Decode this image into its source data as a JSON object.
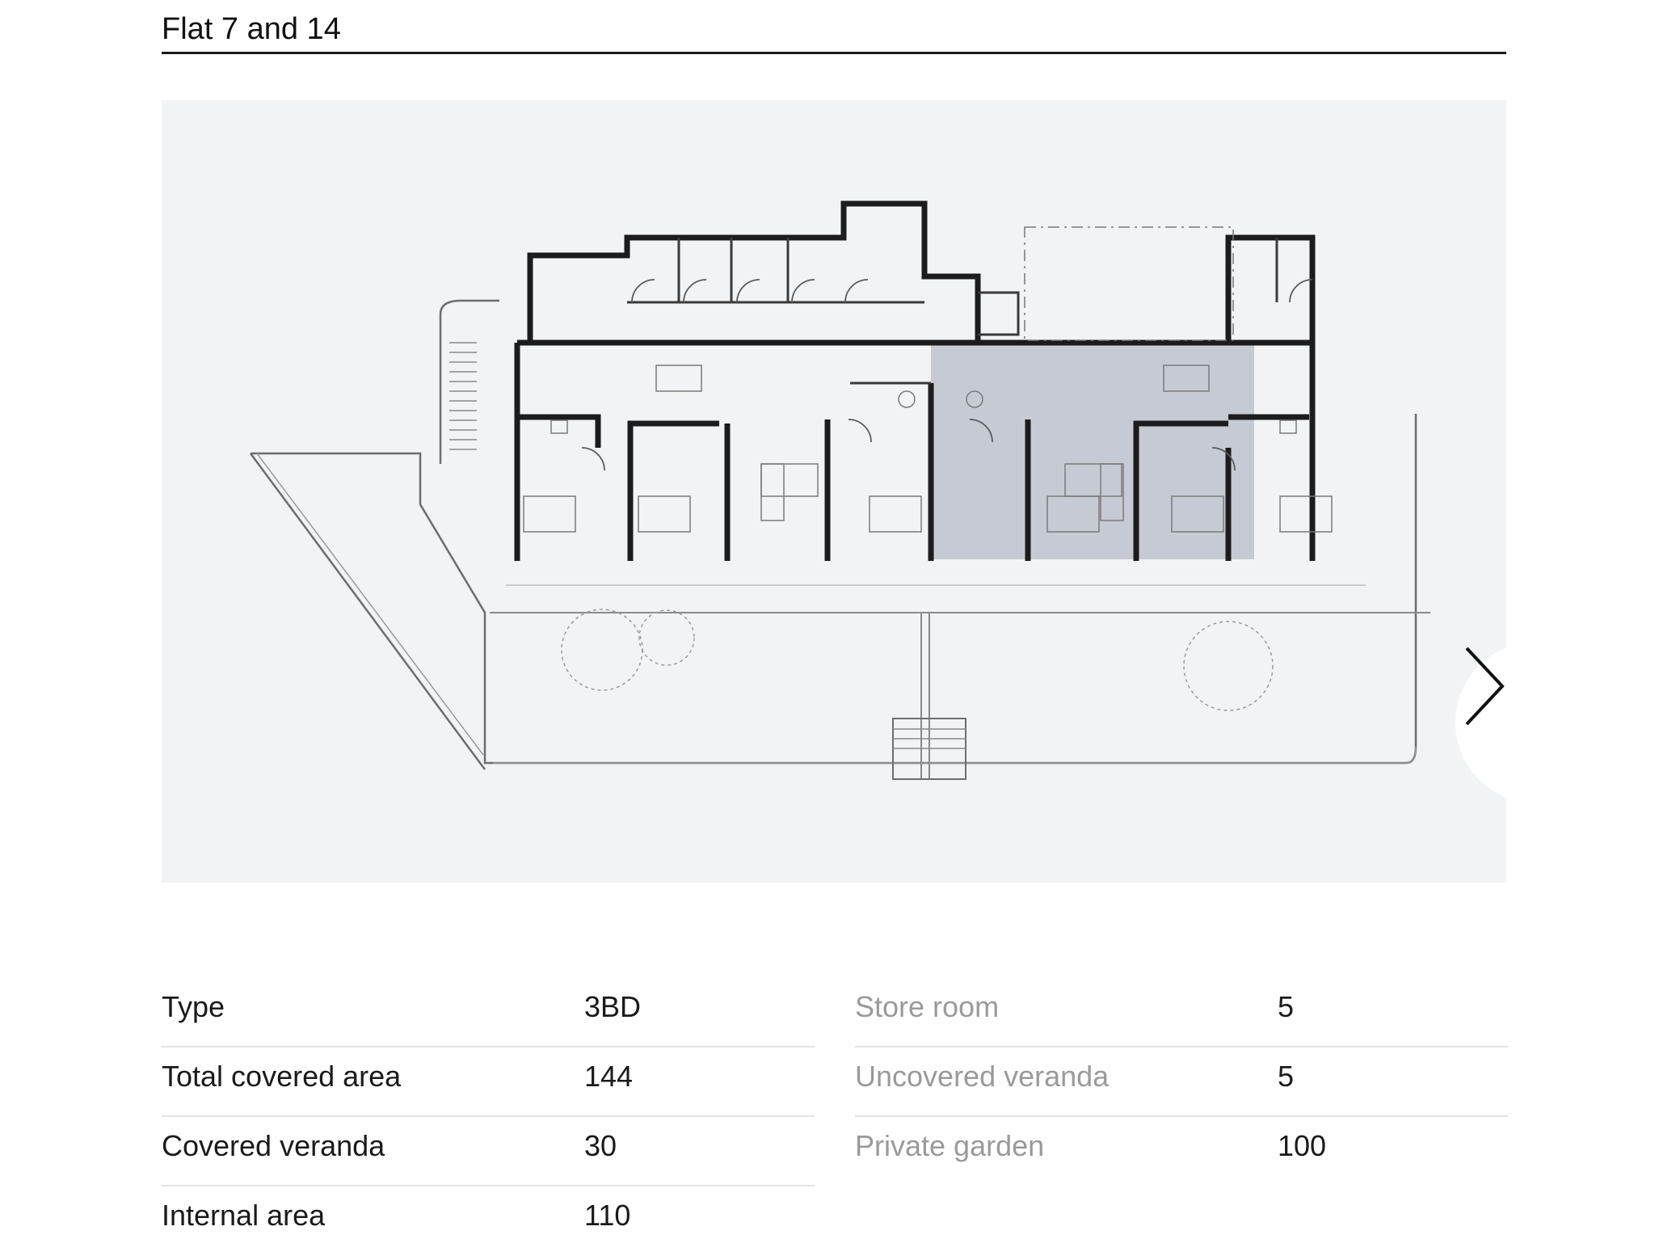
{
  "page": {
    "title": "Flat 7 and 14"
  },
  "floor_plan": {
    "highlight_color": "#c5c9d1",
    "wall_color": "#1c1c1e",
    "background_color": "#f2f3f4"
  },
  "carousel": {
    "next_icon": "chevron-right-icon"
  },
  "specs_left": [
    {
      "label": "Type",
      "value": "3BD"
    },
    {
      "label": "Total covered area",
      "value": "144"
    },
    {
      "label": "Covered veranda",
      "value": "30"
    },
    {
      "label": "Internal area",
      "value": "110"
    }
  ],
  "specs_right": [
    {
      "label": "Store room",
      "value": "5"
    },
    {
      "label": "Uncovered veranda",
      "value": "5"
    },
    {
      "label": "Private garden",
      "value": "100"
    }
  ]
}
